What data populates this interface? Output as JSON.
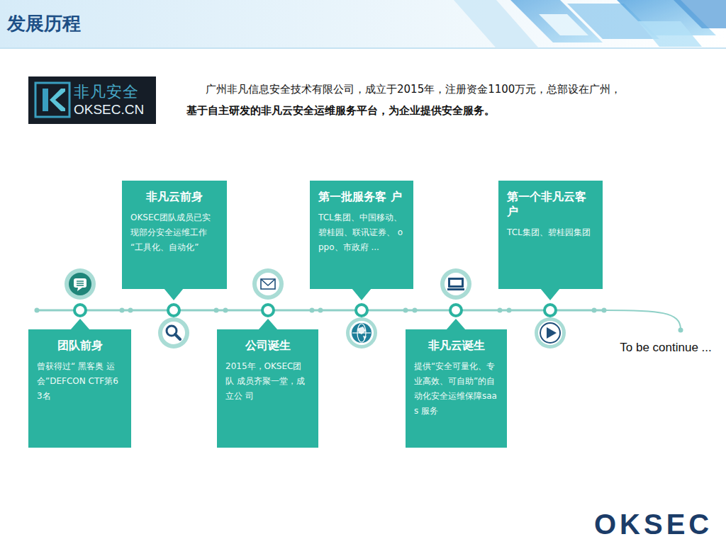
{
  "diagram": {
    "title": "发展历程",
    "nodes": [
      {
        "text": [
          "非凡安全",
          "OKSEC.CN"
        ]
      },
      {
        "text": [
          "团队前身",
          "曾获得过“ 黑客奥 运会”DEFCON CTF第63名"
        ]
      },
      {
        "text": [
          "非凡云前身",
          "OKSEC团队成员已实 现部分安全运维工作 “工具化、自动化”"
        ]
      },
      {
        "text": [
          "公司诞生",
          "2015年，OKSEC团队 成员齐聚一堂，成立公 司"
        ]
      },
      {
        "text": [
          "第一批服务客 户",
          "TCL集团、中国移动、 碧桂园、联讯证券、 oppo、市政府 ..."
        ]
      },
      {
        "text": [
          "非凡云诞生",
          "提供“安全可量化、专 业高效、可自助”的自 动化安全运维保障saas 服务"
        ]
      },
      {
        "text": [
          "第一个非凡云客 户",
          "TCL集团、碧桂园集团"
        ]
      }
    ],
    "labels": [
      "广州非凡信息安全技术有限公司，成立于2015年，注册资金1100万元，总部设在广州，",
      "基于自主研发的非凡云安全运维服务平台，为企业提供安全服务。",
      "To be continue ...",
      "OKSEC"
    ]
  }
}
